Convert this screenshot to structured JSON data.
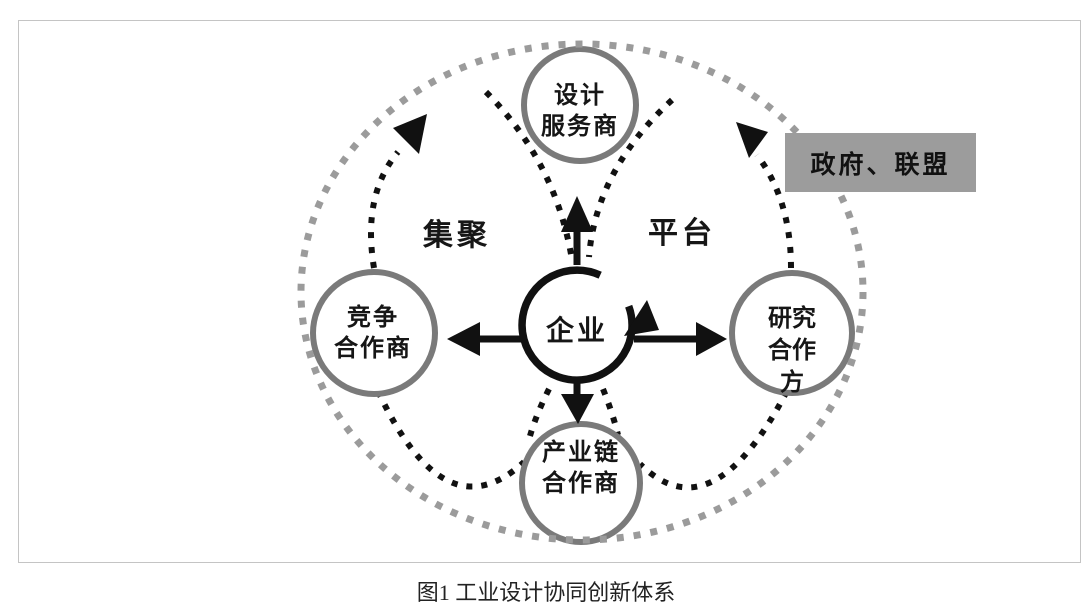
{
  "figure": {
    "caption": "图1 工业设计协同创新体系"
  },
  "diagram": {
    "center_node": {
      "label": "企业"
    },
    "nodes": {
      "top": {
        "line1": "设计",
        "line2": "服务商"
      },
      "left": {
        "line1": "竞争",
        "line2": "合作商"
      },
      "right": {
        "line1": "研究",
        "line2": "合作",
        "line3": "方"
      },
      "bottom": {
        "line1": "产业链",
        "line2": "合作商"
      }
    },
    "region_labels": {
      "left": "集聚",
      "right": "平台"
    },
    "external_box": {
      "label": "政府、联盟"
    },
    "colors": {
      "node_border_gray": "#7a7a7a",
      "center_arrow_black": "#111111",
      "outer_dotted_gray": "#9b9b9b",
      "inner_dotted_black": "#111111",
      "box_background": "#9c9c9c",
      "frame_border": "#c4c4c4"
    }
  }
}
